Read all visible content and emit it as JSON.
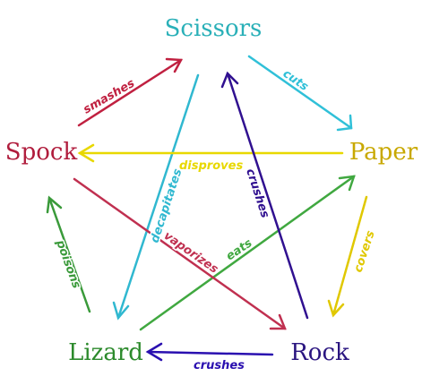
{
  "nodes": {
    "scissors": {
      "label": "Scissors",
      "color": "#2ab0b8"
    },
    "paper": {
      "label": "Paper",
      "color": "#c8a800"
    },
    "rock": {
      "label": "Rock",
      "color": "#2a1580"
    },
    "lizard": {
      "label": "Lizard",
      "color": "#2c8a2c"
    },
    "spock": {
      "label": "Spock",
      "color": "#b01c3c"
    }
  },
  "edges": [
    {
      "from": "scissors",
      "to": "paper",
      "verb": "cuts",
      "color": "#30c0d8"
    },
    {
      "from": "paper",
      "to": "rock",
      "verb": "covers",
      "color": "#e0c800"
    },
    {
      "from": "rock",
      "to": "lizard",
      "verb": "crushes",
      "color": "#2a10b0"
    },
    {
      "from": "lizard",
      "to": "spock",
      "verb": "poisons",
      "color": "#3a9a3a"
    },
    {
      "from": "spock",
      "to": "scissors",
      "verb": "smashes",
      "color": "#c02040"
    },
    {
      "from": "scissors",
      "to": "lizard",
      "verb": "decapitates",
      "color": "#30b8d0"
    },
    {
      "from": "lizard",
      "to": "paper",
      "verb": "eats",
      "color": "#40a840"
    },
    {
      "from": "paper",
      "to": "spock",
      "verb": "disproves",
      "color": "#e8d800"
    },
    {
      "from": "spock",
      "to": "rock",
      "verb": "vaporizes",
      "color": "#c03050"
    },
    {
      "from": "rock",
      "to": "scissors",
      "verb": "crushes",
      "color": "#301090"
    }
  ]
}
